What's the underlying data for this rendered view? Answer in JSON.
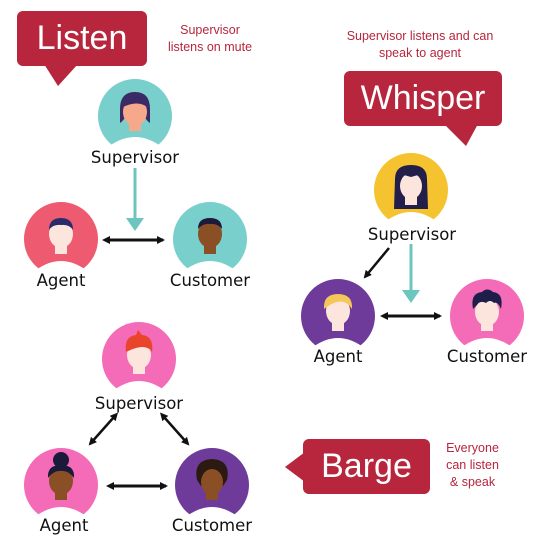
{
  "colors": {
    "accent_red": "#b7263c",
    "teal": "#79cfcc",
    "red_circle": "#ee5a6f",
    "yellow": "#f5c32f",
    "purple": "#6e3b9b",
    "pink": "#f46bb7",
    "teal_arrow": "#6cc6bf"
  },
  "panels": {
    "listen": {
      "title": "Listen",
      "note": "Supervisor\nlistens on mute",
      "supervisor": "Supervisor",
      "agent": "Agent",
      "customer": "Customer"
    },
    "whisper": {
      "title": "Whisper",
      "note": "Supervisor listens and can\nspeak to agent",
      "supervisor": "Supervisor",
      "agent": "Agent",
      "customer": "Customer"
    },
    "barge": {
      "title": "Barge",
      "note": "Everyone\ncan listen\n& speak",
      "supervisor": "Supervisor",
      "agent": "Agent",
      "customer": "Customer"
    }
  },
  "icons": {
    "person": "person-avatar-icon",
    "arrow": "arrow-icon"
  }
}
